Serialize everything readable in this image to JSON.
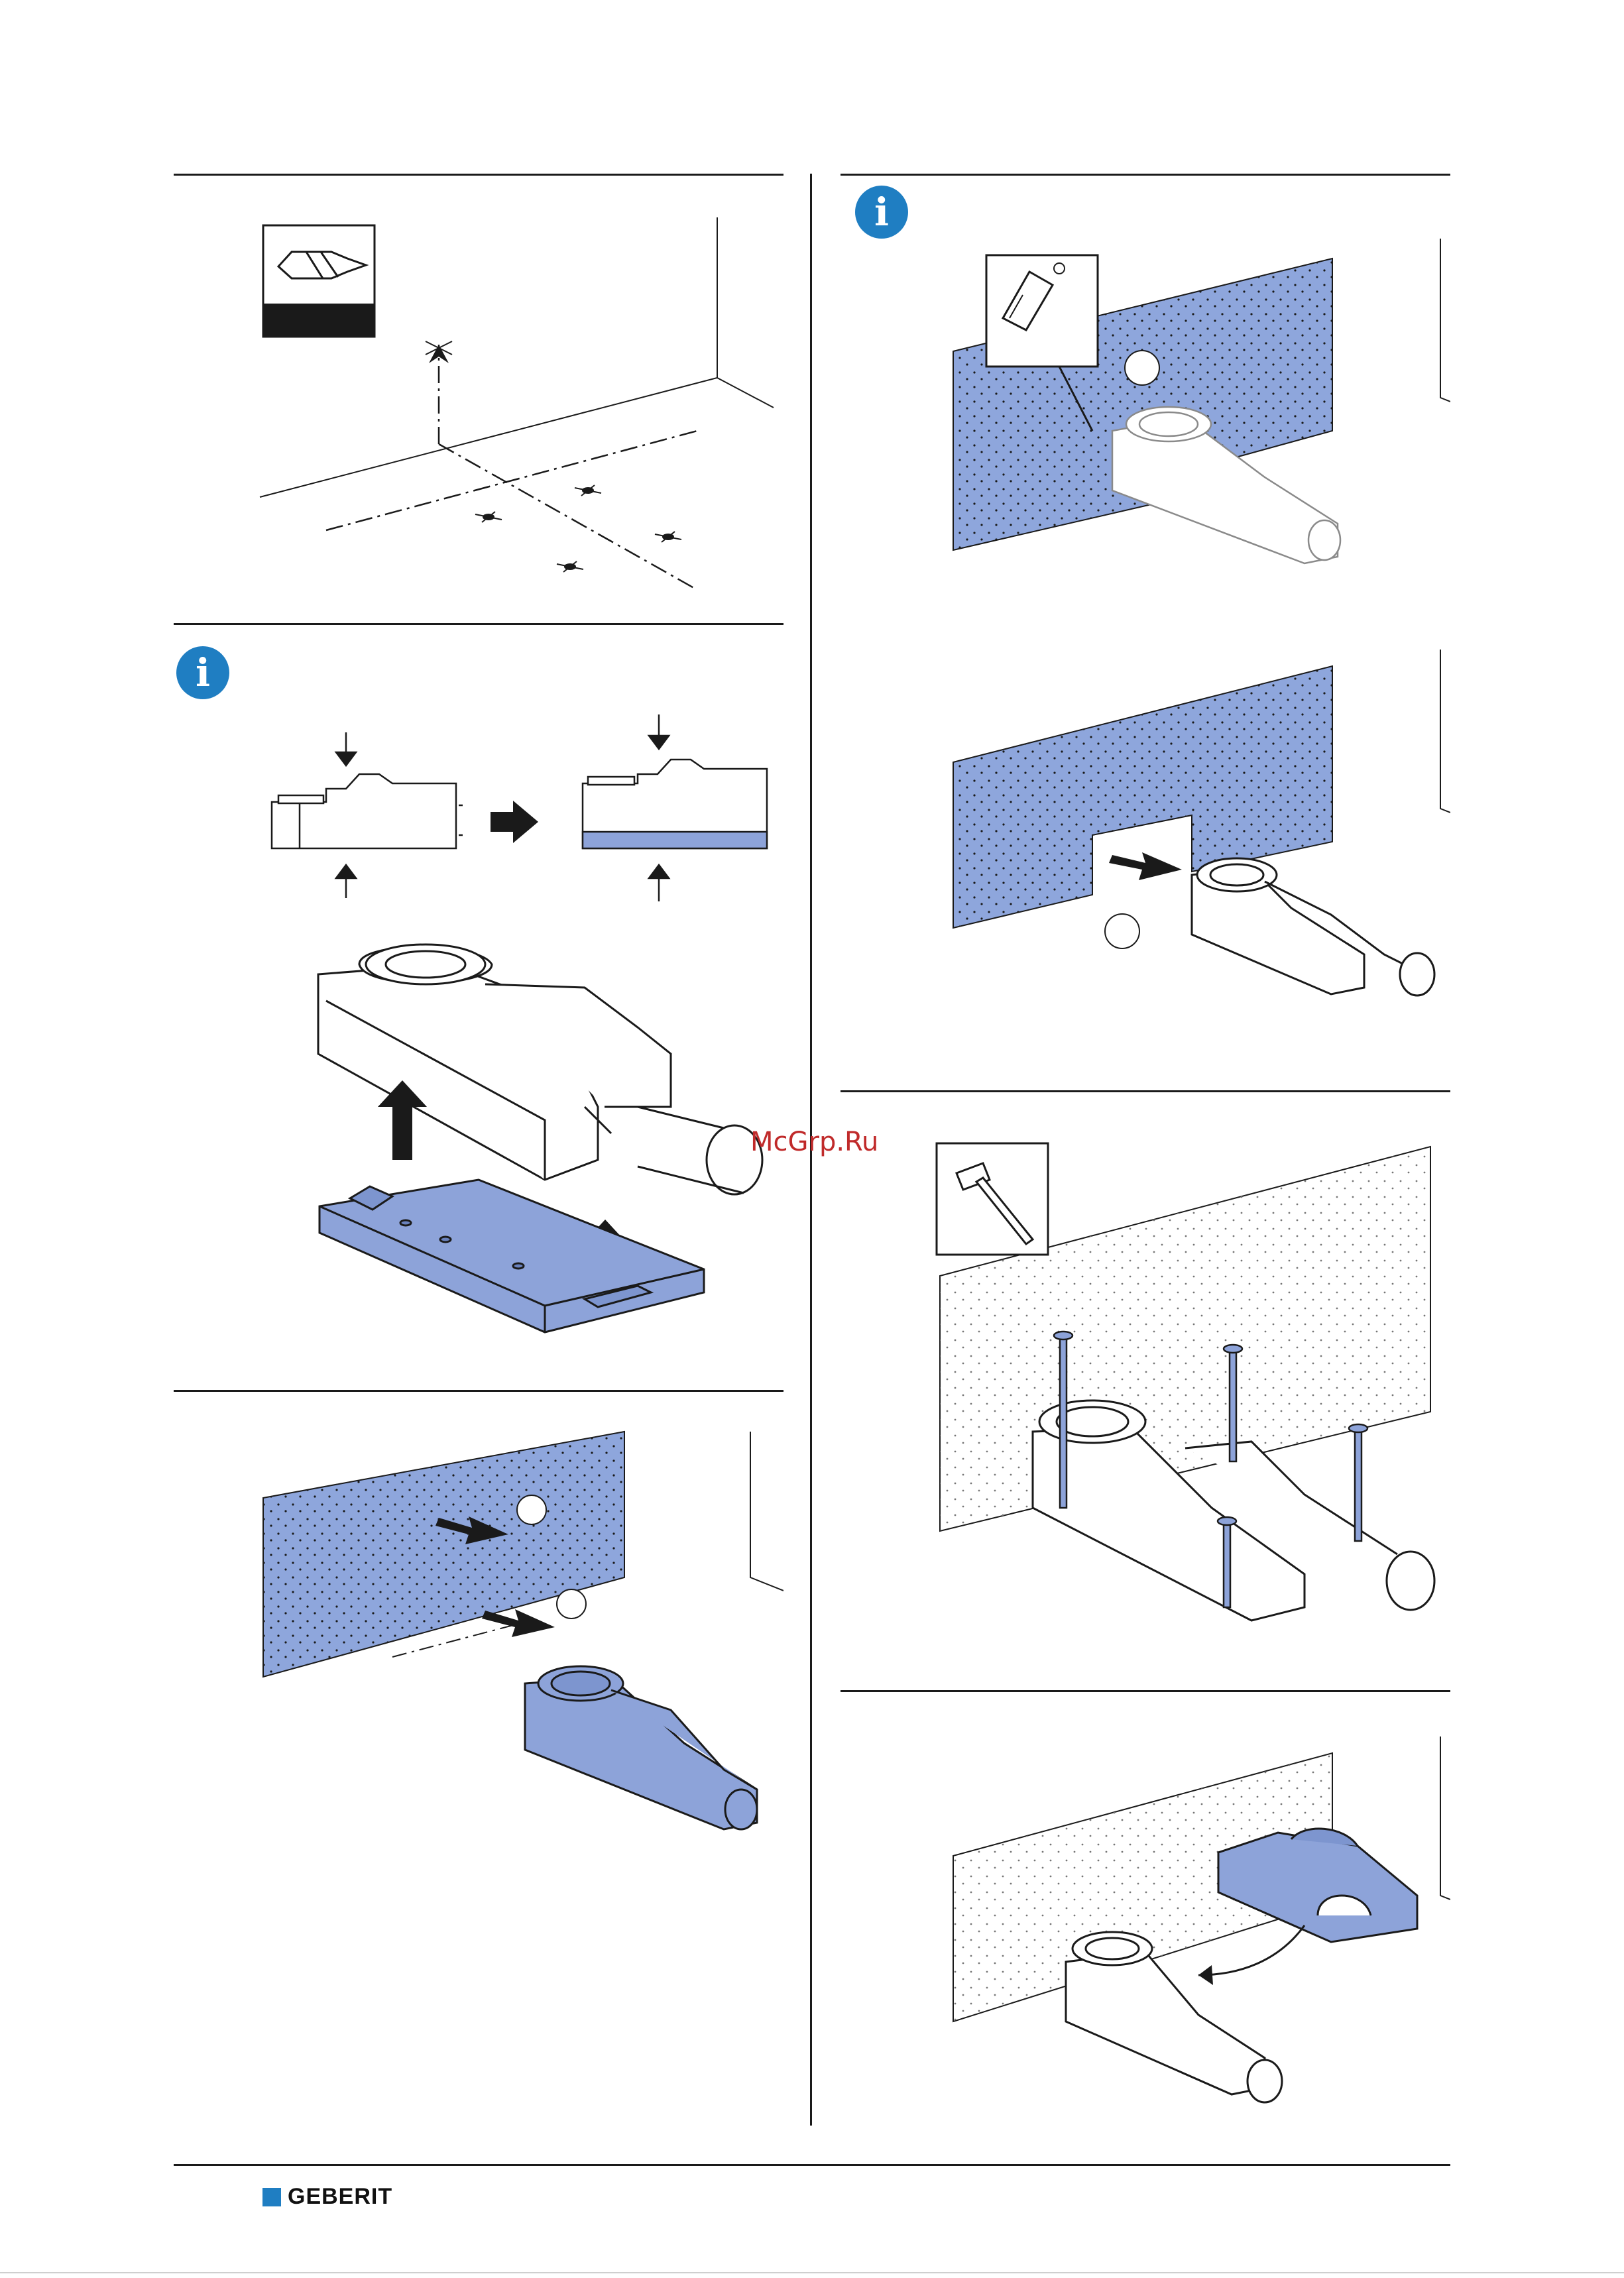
{
  "watermark": "McGrp.Ru",
  "brand": {
    "name": "GEBERIT",
    "color": "#1f7ec2"
  },
  "colors": {
    "part_blue": "#8da3d9",
    "panel_blue": "#8ea6dc",
    "info_blue": "#1f7ec2",
    "line": "#1a1a1a"
  },
  "icons": {
    "info": "i",
    "drill": "drill-bit-icon",
    "knife": "utility-knife-icon",
    "hammer": "hammer-icon"
  }
}
